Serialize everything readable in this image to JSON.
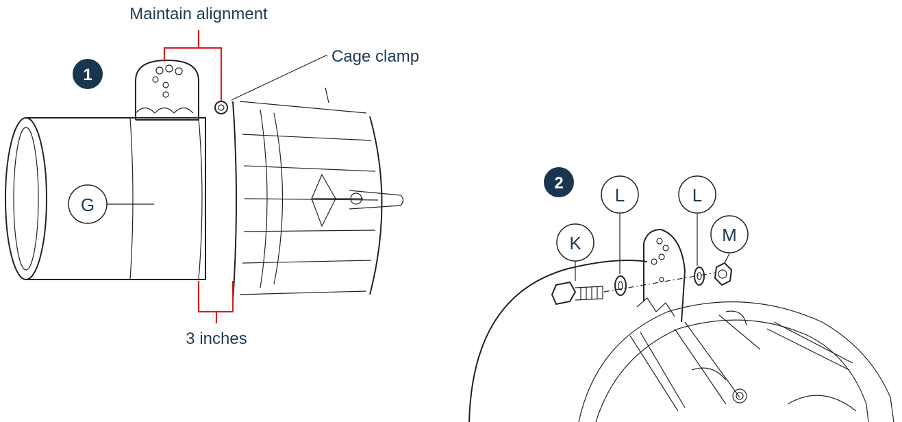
{
  "figure": {
    "step1": {
      "badge": "1",
      "callouts": {
        "maintain_alignment": "Maintain alignment",
        "cage_clamp": "Cage clamp",
        "three_inches": "3 inches"
      },
      "part_labels": [
        "G"
      ]
    },
    "step2": {
      "badge": "2",
      "part_labels": [
        "K",
        "L",
        "L",
        "M"
      ]
    }
  },
  "colors": {
    "badge_fill": "#1a3550",
    "callout_text": "#1f3a52",
    "dimension_line": "#d51f26",
    "drawing_line": "#222222"
  }
}
